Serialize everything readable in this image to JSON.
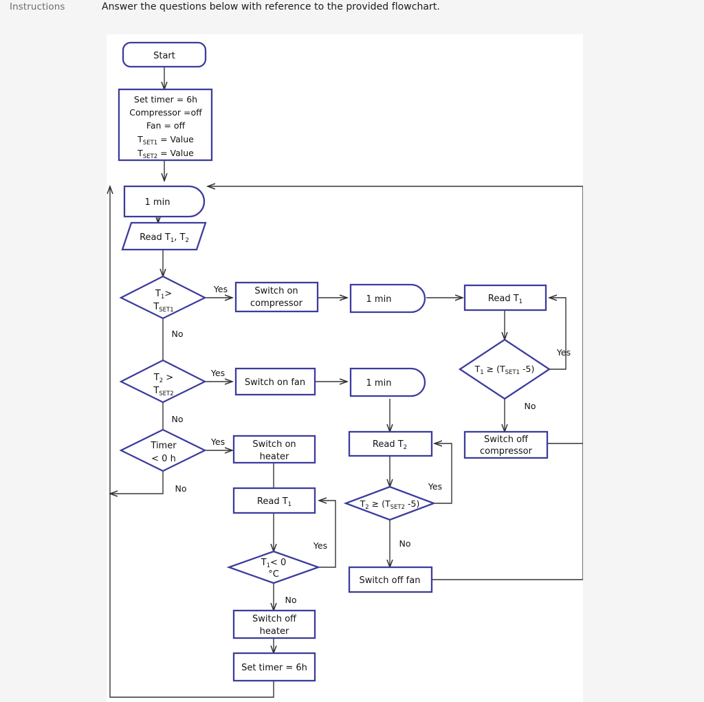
{
  "header": {
    "label": "Instructions",
    "text": "Answer the questions below with reference to the provided flowchart."
  },
  "colors": {
    "node_stroke": "#3b3b9e",
    "connector_stroke": "#333333",
    "page_background": "#f5f5f5",
    "diagram_background": "#ffffff",
    "text": "#111111",
    "label_text": "#6b6b6b"
  },
  "flowchart": {
    "title": "Temperature control flowchart",
    "nodes": [
      {
        "id": "start",
        "shape": "terminator",
        "text": "Start"
      },
      {
        "id": "init",
        "shape": "process",
        "text": "Set timer = 6h\nCompressor =off\nFan = off\nTSET1 = Value\nTSET2 = Value"
      },
      {
        "id": "wait_main",
        "shape": "delay",
        "text": "1 min"
      },
      {
        "id": "read_t1t2",
        "shape": "data",
        "text": "Read T1, T2"
      },
      {
        "id": "dec_t1_set1",
        "shape": "decision",
        "text": "T1> TSET1"
      },
      {
        "id": "switch_on_comp",
        "shape": "process",
        "text": "Switch on compressor"
      },
      {
        "id": "wait_comp",
        "shape": "delay",
        "text": "1 min"
      },
      {
        "id": "read_t1_comp",
        "shape": "process",
        "text": "Read T1"
      },
      {
        "id": "dec_t1_ge",
        "shape": "decision",
        "text": "T1 ≥ (TSET1 -5)"
      },
      {
        "id": "switch_off_comp",
        "shape": "process",
        "text": "Switch off compressor"
      },
      {
        "id": "dec_t2_set2",
        "shape": "decision",
        "text": "T2 > TSET2"
      },
      {
        "id": "switch_on_fan",
        "shape": "process",
        "text": "Switch on fan"
      },
      {
        "id": "wait_fan",
        "shape": "delay",
        "text": "1 min"
      },
      {
        "id": "read_t2",
        "shape": "process",
        "text": "Read T2"
      },
      {
        "id": "dec_t2_ge",
        "shape": "decision",
        "text": "T2 ≥ (TSET2 -5)"
      },
      {
        "id": "switch_off_fan",
        "shape": "process",
        "text": "Switch off fan"
      },
      {
        "id": "dec_timer",
        "shape": "decision",
        "text": "Timer < 0 h"
      },
      {
        "id": "switch_on_heat",
        "shape": "process",
        "text": "Switch on heater"
      },
      {
        "id": "read_t1_heat",
        "shape": "process",
        "text": "Read T1"
      },
      {
        "id": "dec_t1_zero",
        "shape": "decision",
        "text": "T1< 0 °C"
      },
      {
        "id": "switch_off_heat",
        "shape": "process",
        "text": "Switch off heater"
      },
      {
        "id": "set_timer_6h",
        "shape": "process",
        "text": "Set timer = 6h"
      }
    ],
    "edges": [
      {
        "from": "start",
        "to": "init",
        "label": ""
      },
      {
        "from": "init",
        "to": "wait_main",
        "label": ""
      },
      {
        "from": "wait_main",
        "to": "read_t1t2",
        "label": ""
      },
      {
        "from": "read_t1t2",
        "to": "dec_t1_set1",
        "label": ""
      },
      {
        "from": "dec_t1_set1",
        "to": "switch_on_comp",
        "label": "Yes"
      },
      {
        "from": "dec_t1_set1",
        "to": "dec_t2_set2",
        "label": "No"
      },
      {
        "from": "switch_on_comp",
        "to": "wait_comp",
        "label": ""
      },
      {
        "from": "wait_comp",
        "to": "read_t1_comp",
        "label": ""
      },
      {
        "from": "read_t1_comp",
        "to": "dec_t1_ge",
        "label": ""
      },
      {
        "from": "dec_t1_ge",
        "to": "read_t1_comp",
        "label": "Yes"
      },
      {
        "from": "dec_t1_ge",
        "to": "switch_off_comp",
        "label": "No"
      },
      {
        "from": "switch_off_comp",
        "to": "wait_main",
        "label": ""
      },
      {
        "from": "dec_t2_set2",
        "to": "switch_on_fan",
        "label": "Yes"
      },
      {
        "from": "dec_t2_set2",
        "to": "dec_timer",
        "label": "No"
      },
      {
        "from": "switch_on_fan",
        "to": "wait_fan",
        "label": ""
      },
      {
        "from": "wait_fan",
        "to": "read_t2",
        "label": ""
      },
      {
        "from": "read_t2",
        "to": "dec_t2_ge",
        "label": ""
      },
      {
        "from": "dec_t2_ge",
        "to": "read_t2",
        "label": "Yes"
      },
      {
        "from": "dec_t2_ge",
        "to": "switch_off_fan",
        "label": "No"
      },
      {
        "from": "switch_off_fan",
        "to": "wait_main",
        "label": ""
      },
      {
        "from": "dec_timer",
        "to": "switch_on_heat",
        "label": "Yes"
      },
      {
        "from": "dec_timer",
        "to": "wait_main",
        "label": "No"
      },
      {
        "from": "switch_on_heat",
        "to": "read_t1_heat",
        "label": ""
      },
      {
        "from": "read_t1_heat",
        "to": "dec_t1_zero",
        "label": ""
      },
      {
        "from": "dec_t1_zero",
        "to": "read_t1_heat",
        "label": "Yes"
      },
      {
        "from": "dec_t1_zero",
        "to": "switch_off_heat",
        "label": "No"
      },
      {
        "from": "switch_off_heat",
        "to": "set_timer_6h",
        "label": ""
      },
      {
        "from": "set_timer_6h",
        "to": "wait_main",
        "label": ""
      }
    ],
    "labels": {
      "start": "Start",
      "init_l1": "Set timer = 6h",
      "init_l2": "Compressor =off",
      "init_l3": "Fan = off",
      "init_l4_t": "T",
      "init_l4_sub": "SET1",
      "init_l4_rest": " = Value",
      "init_l5_t": "T",
      "init_l5_sub": "SET2",
      "init_l5_rest": " = Value",
      "wait_main": "1 min",
      "read_t1t2_a": "Read T",
      "read_t1t2_sub1": "1",
      "read_t1t2_mid": ", T",
      "read_t1t2_sub2": "2",
      "dec_t1_set1_a": "T",
      "dec_t1_set1_sub": "1",
      "dec_t1_set1_gt": ">",
      "dec_t1_set1_b": "T",
      "dec_t1_set1_bsub": "SET1",
      "switch_on_comp_l1": "Switch on",
      "switch_on_comp_l2": "compressor",
      "wait_comp": "1 min",
      "read_t1_comp_a": "Read T",
      "read_t1_comp_sub": "1",
      "dec_t1_ge_a": "T",
      "dec_t1_ge_sub": "1",
      "dec_t1_ge_mid": " ≥ (T",
      "dec_t1_ge_sub2": "SET1",
      "dec_t1_ge_end": " -5)",
      "switch_off_comp_l1": "Switch off",
      "switch_off_comp_l2": "compressor",
      "dec_t2_set2_a": "T",
      "dec_t2_set2_sub": "2",
      "dec_t2_set2_gt": " >",
      "dec_t2_set2_b": "T",
      "dec_t2_set2_bsub": "SET2",
      "switch_on_fan": "Switch on fan",
      "wait_fan": "1 min",
      "read_t2_a": "Read T",
      "read_t2_sub": "2",
      "dec_t2_ge_a": "T",
      "dec_t2_ge_sub": "2",
      "dec_t2_ge_mid": " ≥ (T",
      "dec_t2_ge_sub2": "SET2",
      "dec_t2_ge_end": " -5)",
      "switch_off_fan": "Switch off fan",
      "dec_timer_l1": "Timer",
      "dec_timer_l2": "< 0 h",
      "switch_on_heat_l1": "Switch on",
      "switch_on_heat_l2": "heater",
      "read_t1_heat_a": "Read T",
      "read_t1_heat_sub": "1",
      "dec_t1_zero_a": "T",
      "dec_t1_zero_sub": "1",
      "dec_t1_zero_rest": "< 0",
      "dec_t1_zero_l2": "°C",
      "switch_off_heat_l1": "Switch off",
      "switch_off_heat_l2": "heater",
      "set_timer_6h": "Set timer = 6h",
      "yes": "Yes",
      "no": "No"
    }
  }
}
